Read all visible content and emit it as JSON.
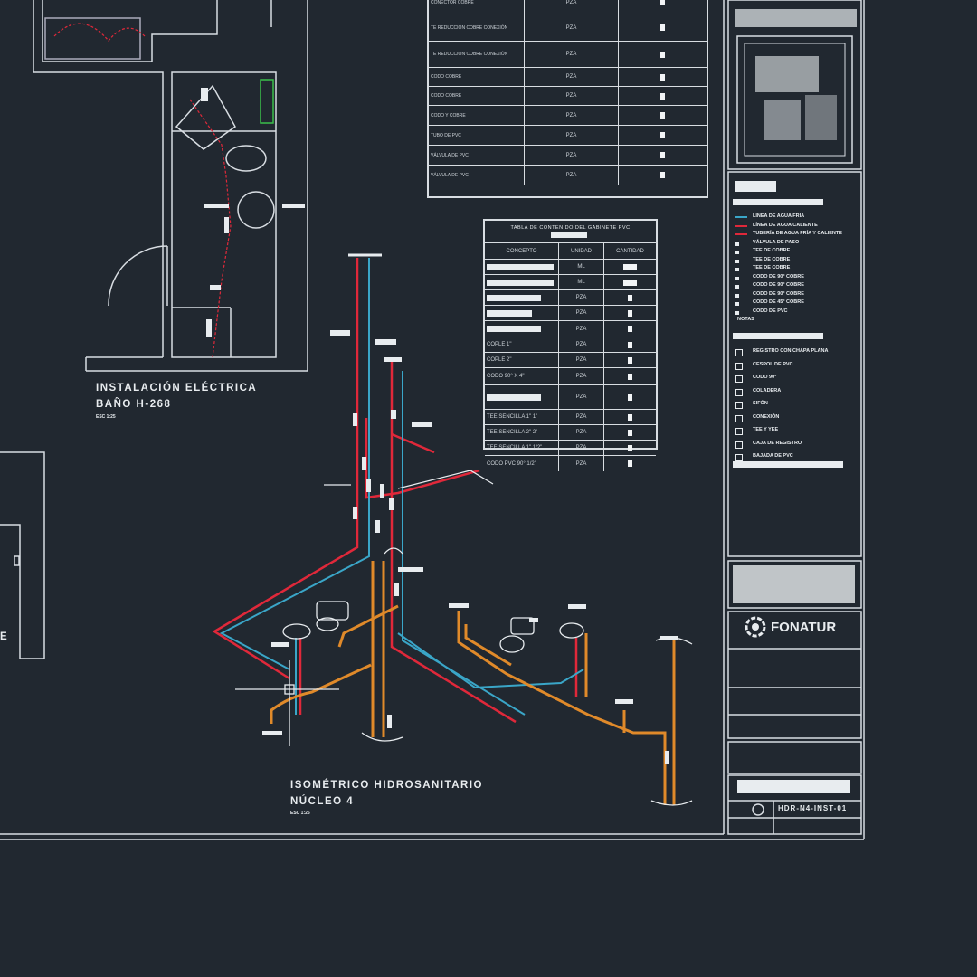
{
  "drawing": {
    "plan_title": "INSTALACIÓN ELÉCTRICA",
    "plan_subtitle": "BAÑO H-268",
    "plan_scale": "ESC 1:25",
    "iso_title": "ISOMÉTRICO HIDROSANITARIO",
    "iso_subtitle": "NÚCLEO 4",
    "iso_scale": "ESC 1:25",
    "left_fragment_text": "E"
  },
  "top_table": {
    "rows": [
      {
        "concept": "CONECTOR COBRE",
        "unit": "PZA"
      },
      {
        "concept": "TE REDUCCIÓN COBRE CONEXIÓN",
        "unit": "PZA"
      },
      {
        "concept": "TE REDUCCIÓN COBRE CONEXIÓN",
        "unit": "PZA"
      },
      {
        "concept": "CODO COBRE",
        "unit": "PZA"
      },
      {
        "concept": "CODO COBRE",
        "unit": "PZA"
      },
      {
        "concept": "CODO Y COBRE",
        "unit": "PZA"
      },
      {
        "concept": "TUBO DE PVC",
        "unit": "PZA"
      },
      {
        "concept": "VÁLVULA DE PVC",
        "unit": "PZA"
      },
      {
        "concept": "VÁLVULA DE PVC",
        "unit": "PZA"
      }
    ]
  },
  "pvc_table": {
    "title": "TABLA DE CONTENIDO DEL GABINETE PVC",
    "headers": [
      "CONCEPTO",
      "UNIDAD",
      "CANTIDAD"
    ],
    "rows": [
      {
        "concept": "",
        "unit": "ML"
      },
      {
        "concept": "",
        "unit": "ML"
      },
      {
        "concept": "",
        "unit": "PZA"
      },
      {
        "concept": "",
        "unit": "PZA"
      },
      {
        "concept": "",
        "unit": "PZA"
      },
      {
        "concept": "COPLE 1\"",
        "unit": "PZA"
      },
      {
        "concept": "COPLE 2\"",
        "unit": "PZA"
      },
      {
        "concept": "CODO 90° X 4\"",
        "unit": "PZA"
      },
      {
        "concept": "",
        "unit": "PZA"
      },
      {
        "concept": "TEE SENCILLA 1\" 1\"",
        "unit": "PZA"
      },
      {
        "concept": "TEE SENCILLA 2\" 2\"",
        "unit": "PZA"
      },
      {
        "concept": "TEE SENCILLA 1\" 1/2\"",
        "unit": "PZA"
      },
      {
        "concept": "CODO PVC 90° 1/2\"",
        "unit": "PZA"
      }
    ]
  },
  "legend": {
    "notes_heading": "NOTAS",
    "items": [
      "LÍNEA DE AGUA FRÍA",
      "LÍNEA DE AGUA CALIENTE",
      "TUBERÍA DE AGUA FRÍA Y CALIENTE",
      "VÁLVULA DE PASO",
      "TEE DE COBRE",
      "TEE DE COBRE",
      "TEE DE COBRE",
      "CODO DE 90° COBRE",
      "CODO DE 90° COBRE",
      "CODO DE 90° COBRE",
      "CODO DE 45° COBRE",
      "CODO DE PVC"
    ],
    "symbols": [
      "REGISTRO CON CHAPA PLANA",
      "CESPOL DE PVC",
      "CODO 90°",
      "COLADERA",
      "SIFÓN",
      "CONEXIÓN",
      "TEE Y YEE",
      "CAJA DE REGISTRO",
      "BAJADA DE PVC"
    ]
  },
  "title_block": {
    "logo": "FONATUR",
    "sheet_code": "HDR-N4-INST-01"
  },
  "colors": {
    "background": "#212830",
    "line": "#d8dde2",
    "hot_water": "#e0283a",
    "cold_water": "#3aa6c8",
    "drain": "#e08a2a"
  }
}
